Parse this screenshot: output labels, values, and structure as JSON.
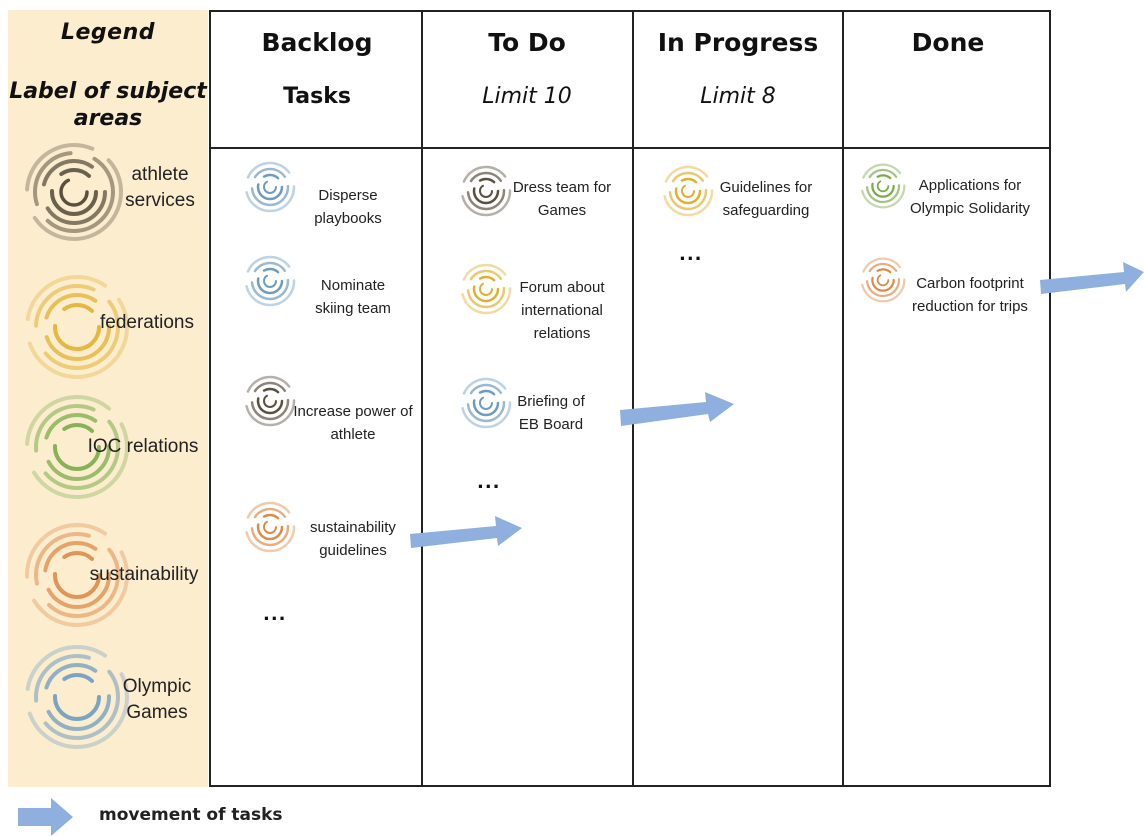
{
  "legend": {
    "title": "Legend",
    "subtitle": "Label of subject areas",
    "items": [
      {
        "label": "athlete services",
        "icon": "athlete-services-ring-icon",
        "color": "#5a5040"
      },
      {
        "label": "federations",
        "icon": "federations-ring-icon",
        "color": "#e0b030"
      },
      {
        "label": "IOC relations",
        "icon": "ioc-relations-ring-icon",
        "color": "#7aab4a"
      },
      {
        "label": "sustainability",
        "icon": "sustainability-ring-icon",
        "color": "#de8a48"
      },
      {
        "label": "Olympic Games",
        "icon": "olympic-games-ring-icon",
        "color": "#6e9bc0"
      }
    ]
  },
  "columns": [
    {
      "title": "Backlog",
      "subtitle": "Tasks"
    },
    {
      "title": "To Do",
      "subtitle": "Limit 10"
    },
    {
      "title": "In Progress",
      "subtitle": "Limit 8"
    },
    {
      "title": "Done",
      "subtitle": ""
    }
  ],
  "cards": {
    "backlog": [
      {
        "text": "Disperse playbooks",
        "area": "Olympic Games"
      },
      {
        "text": "Nominate skiing team",
        "area": "Olympic Games"
      },
      {
        "text": "Increase power of athlete",
        "area": "athlete services"
      },
      {
        "text": "sustainability guidelines",
        "area": "sustainability"
      }
    ],
    "todo": [
      {
        "text": "Dress team for Games",
        "area": "athlete services"
      },
      {
        "text": "Forum about international relations",
        "area": "federations"
      },
      {
        "text": "Briefing of EB Board",
        "area": "Olympic Games"
      }
    ],
    "in_progress": [
      {
        "text": "Guidelines for safeguarding",
        "area": "federations"
      }
    ],
    "done": [
      {
        "text": "Applications for Olympic Solidarity",
        "area": "IOC relations"
      },
      {
        "text": "Carbon footprint reduction for trips",
        "area": "sustainability"
      }
    ]
  },
  "ellipsis": "...",
  "footer": {
    "label": "movement of tasks",
    "arrow_color": "#8fb0de"
  },
  "colors": {
    "athlete": "#5a5040",
    "federations": "#e0b030",
    "ioc": "#7aab4a",
    "sustainability": "#de8a48",
    "olympic": "#6e9bc0",
    "legend_bg": "#fcedcf",
    "arrow": "#8fb0de"
  }
}
